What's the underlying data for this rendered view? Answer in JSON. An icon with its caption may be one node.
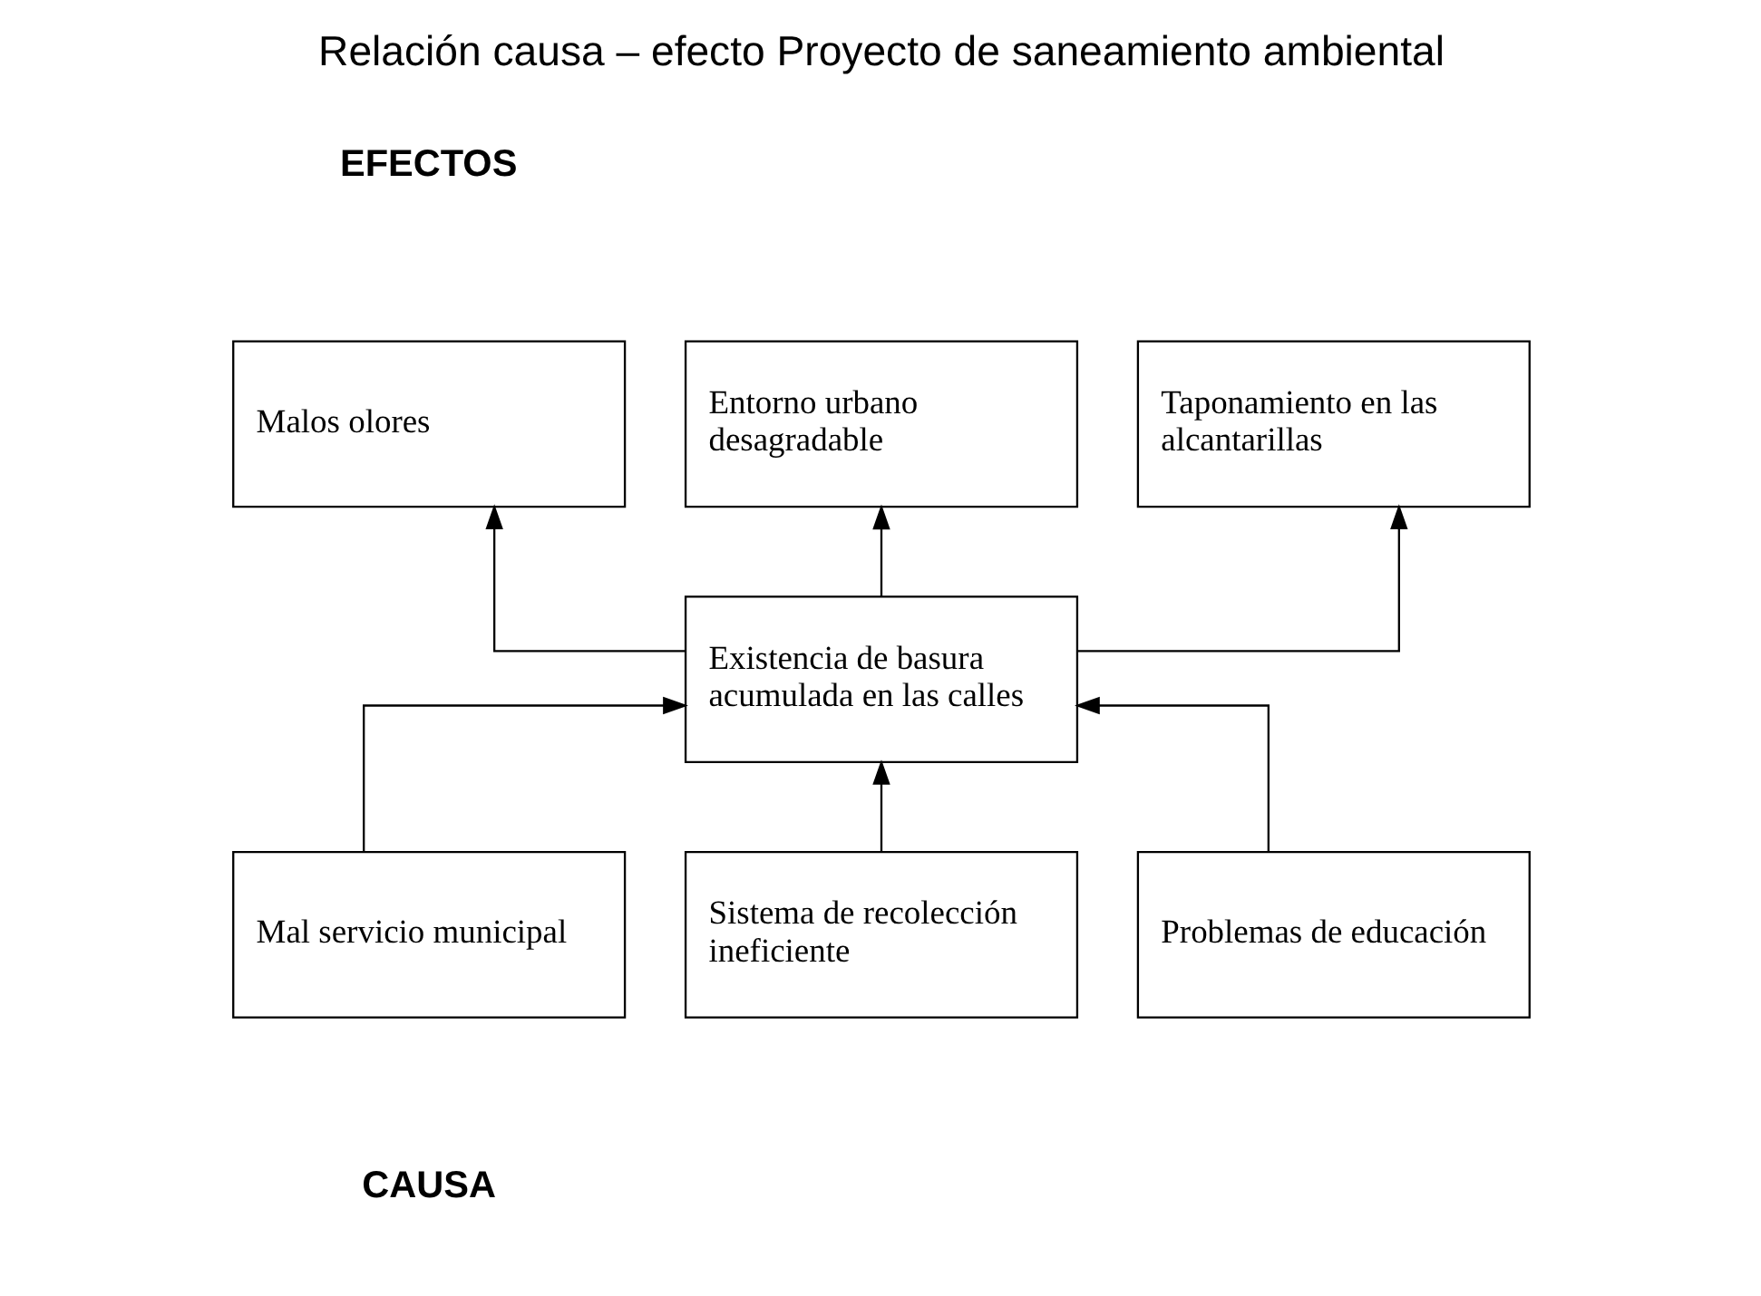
{
  "diagram": {
    "title": "Relación causa – efecto Proyecto de saneamiento ambiental",
    "nodes": [
      {
        "text": [
          "Malos olores"
        ]
      },
      {
        "text": [
          "Entorno urbano desagradable"
        ]
      },
      {
        "text": [
          "Taponamiento en las alcantarillas"
        ]
      },
      {
        "text": [
          "Existencia de basura acumulada en las calles"
        ]
      },
      {
        "text": [
          "Mal servicio municipal"
        ]
      },
      {
        "text": [
          "Sistema de recolección ineficiente"
        ]
      },
      {
        "text": [
          "Problemas de educación"
        ]
      }
    ],
    "edges": [
      {
        "from": 3,
        "to": 0,
        "arrow": "to"
      },
      {
        "from": 3,
        "to": 1,
        "arrow": "to"
      },
      {
        "from": 3,
        "to": 2,
        "arrow": "to"
      },
      {
        "from": 4,
        "to": 3,
        "arrow": "to"
      },
      {
        "from": 5,
        "to": 3,
        "arrow": "to"
      },
      {
        "from": 6,
        "to": 3,
        "arrow": "to"
      }
    ],
    "labels": [
      "EFECTOS",
      "CAUSA"
    ]
  }
}
